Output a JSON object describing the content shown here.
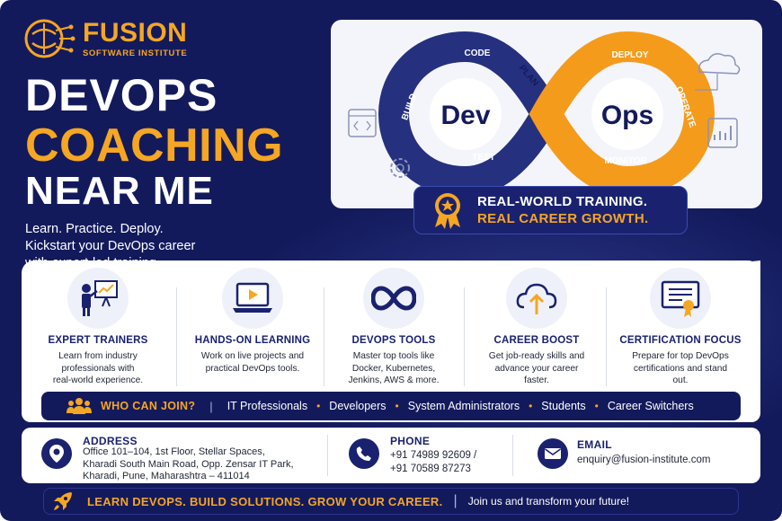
{
  "brand": {
    "name": "FUSION",
    "subtitle": "SOFTWARE INSTITUTE",
    "accent": "#f5a623",
    "navy": "#131a5c"
  },
  "headline": {
    "line1": "DEVOPS",
    "line2": "COACHING",
    "line3": "NEAR ME"
  },
  "tagline": {
    "line1": "Learn. Practice. Deploy.",
    "line2": "Kickstart your DevOps career",
    "line3": "with expert-led training."
  },
  "diagram": {
    "left_word": "Dev",
    "right_word": "Ops",
    "stages": {
      "code": "CODE",
      "build": "BUILD",
      "test": "TEST",
      "plan": "PLAN",
      "deploy": "DEPLOY",
      "operate": "OPERATE",
      "monitor": "MONITOR"
    },
    "icons": [
      "code-window-icon",
      "gear-icon",
      "cloud-icon",
      "chart-icon"
    ]
  },
  "badge": {
    "line1": "REAL-WORLD TRAINING.",
    "line2": "REAL CAREER GROWTH."
  },
  "features": [
    {
      "icon": "trainer-icon",
      "title": "EXPERT TRAINERS",
      "desc": [
        "Learn from industry",
        "professionals with",
        "real-world experience."
      ]
    },
    {
      "icon": "laptop-play-icon",
      "title": "HANDS-ON LEARNING",
      "desc": [
        "Work on live projects and",
        "practical DevOps tools."
      ]
    },
    {
      "icon": "infinity-icon",
      "title": "DEVOPS TOOLS",
      "desc": [
        "Master top tools like",
        "Docker, Kubernetes,",
        "Jenkins, AWS & more."
      ]
    },
    {
      "icon": "cloud-upload-icon",
      "title": "CAREER BOOST",
      "desc": [
        "Get job-ready skills and",
        "advance your career",
        "faster."
      ]
    },
    {
      "icon": "certificate-icon",
      "title": "CERTIFICATION FOCUS",
      "desc": [
        "Prepare for top DevOps",
        "certifications and stand",
        "out."
      ]
    }
  ],
  "who": {
    "title": "WHO CAN JOIN?",
    "items": [
      "IT Professionals",
      "Developers",
      "System Administrators",
      "Students",
      "Career Switchers"
    ]
  },
  "contact": {
    "address": {
      "title": "ADDRESS",
      "lines": [
        "Office 101–104, 1st Floor, Stellar Spaces,",
        "Kharadi South Main Road, Opp. Zensar IT Park,",
        "Kharadi, Pune, Maharashtra – 411014"
      ]
    },
    "phone": {
      "title": "PHONE",
      "lines": [
        "+91 74989 92609 /",
        "+91 70589 87273"
      ]
    },
    "email": {
      "title": "EMAIL",
      "value": "enquiry@fusion-institute.com"
    }
  },
  "bottom": {
    "main": "LEARN DEVOPS. BUILD SOLUTIONS. GROW YOUR CAREER.",
    "sub": "Join us and transform your future!"
  }
}
